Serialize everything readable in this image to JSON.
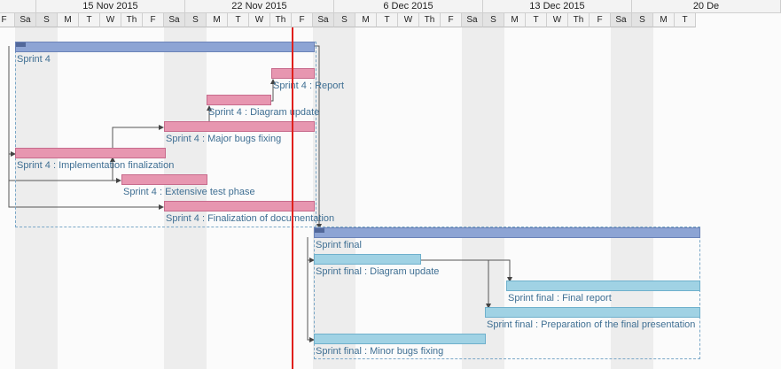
{
  "timeline": {
    "weeks": [
      {
        "label": "15 Nov 2015"
      },
      {
        "label": "22 Nov 2015"
      },
      {
        "label": "6 Dec 2015"
      },
      {
        "label": "13 Dec 2015"
      },
      {
        "label": "20 De"
      }
    ],
    "days": [
      "F",
      "Sa",
      "S",
      "M",
      "T",
      "W",
      "Th",
      "F",
      "Sa",
      "S",
      "M",
      "T",
      "W",
      "Th",
      "F",
      "Sa",
      "S",
      "M",
      "T",
      "W",
      "Th",
      "F",
      "Sa",
      "S",
      "M",
      "T",
      "W",
      "Th",
      "F",
      "Sa",
      "S",
      "M",
      "T"
    ],
    "weekend_days": [
      "Sa",
      "S"
    ]
  },
  "groups": [
    {
      "name": "Sprint 4"
    },
    {
      "name": "Sprint final"
    }
  ],
  "tasks": [
    {
      "id": "s4",
      "label": "Sprint 4",
      "kind": "summary"
    },
    {
      "id": "s4r",
      "label": "Sprint 4 : Report",
      "kind": "task"
    },
    {
      "id": "s4d",
      "label": "Sprint 4 : Diagram update",
      "kind": "task"
    },
    {
      "id": "s4m",
      "label": "Sprint 4 : Major bugs fixing",
      "kind": "task"
    },
    {
      "id": "s4i",
      "label": "Sprint 4 : Implementation finalization",
      "kind": "task"
    },
    {
      "id": "s4e",
      "label": "Sprint 4 : Extensive test phase",
      "kind": "task"
    },
    {
      "id": "s4f",
      "label": "Sprint 4 : Finalization of documentation",
      "kind": "task"
    },
    {
      "id": "sf",
      "label": "Sprint final",
      "kind": "summary"
    },
    {
      "id": "sfd",
      "label": "Sprint final : Diagram update",
      "kind": "subtask"
    },
    {
      "id": "sfr",
      "label": "Sprint final : Final report",
      "kind": "subtask"
    },
    {
      "id": "sfp",
      "label": "Sprint final : Preparation of the final presentation",
      "kind": "subtask"
    },
    {
      "id": "sfb",
      "label": "Sprint final : Minor bugs fixing",
      "kind": "subtask"
    }
  ],
  "colors": {
    "task": "#e796b0",
    "summary": "#8da4d4",
    "subtask": "#a0d2e4",
    "today_line": "#e0201c",
    "label": "#3f6f93"
  }
}
